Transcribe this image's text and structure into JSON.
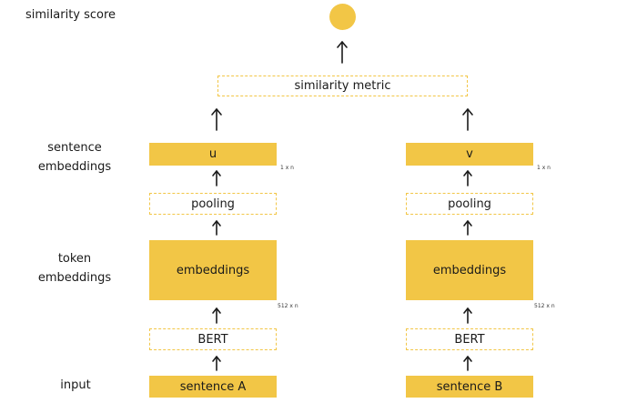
{
  "labels": {
    "similarity_score": "similarity score",
    "sentence_embeddings_1": "sentence",
    "sentence_embeddings_2": "embeddings",
    "token_embeddings_1": "token",
    "token_embeddings_2": "embeddings",
    "input": "input"
  },
  "similarity_metric": "similarity metric",
  "colors": {
    "box": "#f2c646",
    "text": "#1a1a1a"
  },
  "branches": [
    {
      "vector": "u",
      "vector_dim": "1 x n",
      "pooling": "pooling",
      "embeddings": "embeddings",
      "embeddings_dim": "512 x n",
      "encoder": "BERT",
      "input": "sentence A"
    },
    {
      "vector": "v",
      "vector_dim": "1 x n",
      "pooling": "pooling",
      "embeddings": "embeddings",
      "embeddings_dim": "512 x n",
      "encoder": "BERT",
      "input": "sentence B"
    }
  ]
}
